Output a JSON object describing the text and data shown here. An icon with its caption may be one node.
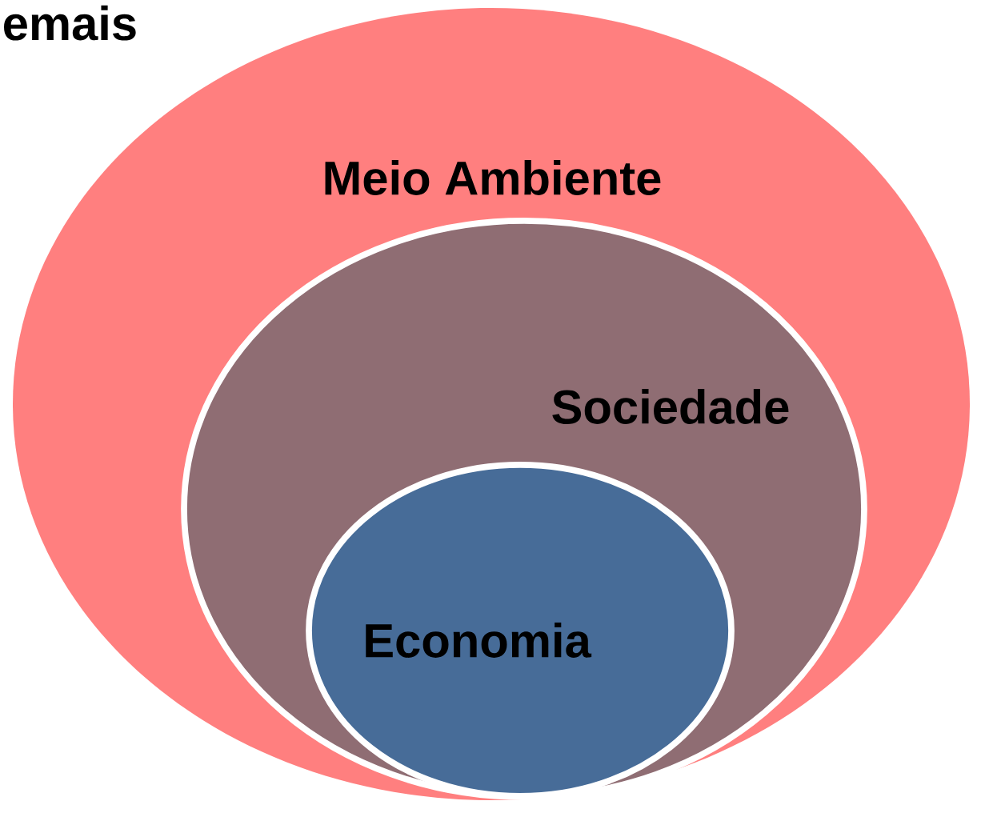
{
  "diagram": {
    "nodes": [
      {
        "text": [
          "Meio Ambiente"
        ]
      },
      {
        "text": [
          "Sociedade"
        ],
        "in": 0
      },
      {
        "text": [
          "Economia"
        ],
        "in": 1
      }
    ],
    "labels": [
      "emais"
    ]
  }
}
